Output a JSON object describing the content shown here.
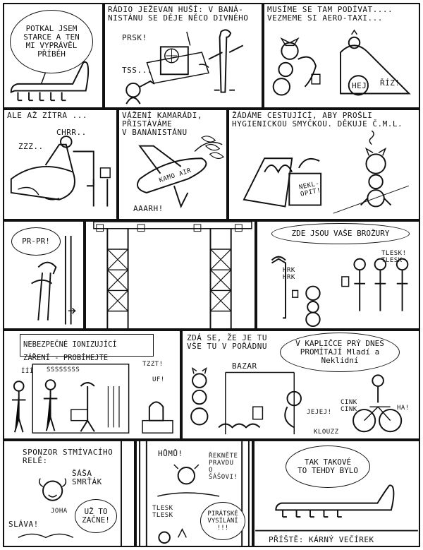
{
  "panels": [
    {
      "id": "p1",
      "bubble": "POTKAL JSEM\nSTARCE A TEN\nMI VYPRÁVĚL\nPŘÍBĚH"
    },
    {
      "id": "p2",
      "caption": "RÁDIO JEŽEVAN HUŠÍ: V BANÁ-\nNISTÁNU SE DĚJE NĚCO DIVNÉHO",
      "sfx1": "PRSK!",
      "sfx2": "TSS..."
    },
    {
      "id": "p3",
      "caption": "MUSÍME SE TAM PODÍVAT....\nVEZMEME SI AERO-TAXI...",
      "sfx1": "HEJ",
      "sfx2": "ŘÍZ!"
    },
    {
      "id": "p4",
      "caption": "ALE AŽ ZÍTRA ...",
      "sfx1": "ZZZ..",
      "sfx2": "CHRR.."
    },
    {
      "id": "p5",
      "caption": "VÁŽENÍ KAMARÁDI,\nPŘISTÁVÁME\nV BANÁNISTÁNU",
      "plane_label": "KAMO AIR",
      "sfx1": "AAARH!"
    },
    {
      "id": "p6",
      "caption": "ŽÁDÁME CESTUJÍCÍ, ABY PROŠLI\nHYGIENICKOU SMYČKOU. DĚKUJE Č.M.L.",
      "sign": "NEKL-\nOPIT!"
    },
    {
      "id": "p7",
      "bubble": "PR-PR!"
    },
    {
      "id": "p8"
    },
    {
      "id": "p9",
      "bubble": "ZDE JSOU VAŠE BROŽURY",
      "sfx1": "TLESK!\nTLESK",
      "sfx2": "HRK\nHRK"
    },
    {
      "id": "p10",
      "caption": "NEBEZPEČNÉ IONIZUJÍCÍ\nZÁŘENÍ - PROBÍHEJTE",
      "sfx1": "ÍÍÍ",
      "sfx2": "SSSSSSSS",
      "sfx3": "TZZT!",
      "sfx4": "UF!"
    },
    {
      "id": "p11",
      "caption": "ZDÁ SE, ŽE JE TU\nVŠE TU V POŘÁDNU",
      "bubble": "V KAPLIČCE PRÝ DNES\nPROMÍTAJÍ Mladí a\nNeklidní",
      "sign": "BAZAR",
      "sfx1": "CINK\nCINK",
      "sfx2": "JEJEJ!",
      "sfx3": "HA!",
      "sfx4": "KLOUZZ"
    },
    {
      "id": "p12",
      "caption": "SPONZOR STMÍVACÍHO\nRELÉ:",
      "name": "ŠÁŠA\nSMRŤÁK",
      "sfx1": "JOHA",
      "sfx2": "SLÁVA!",
      "bubble": "UŽ TO\nZAČNE!"
    },
    {
      "id": "p13",
      "caption": "HŮMŮ!",
      "caption2": "ŘEKNĚTE\nPRAVDU\nO\nŠÁŠOVI!",
      "sfx1": "TLESK\nTLESK",
      "bubble": "PIRÁTSKÉ\nVYSÍLÁNÍ\n!!!"
    },
    {
      "id": "p14",
      "bubble": "TAK TAKOVÉ\nTO TEHDY BYLO",
      "footer": "PŘÍŠTĚ: KÁRNÝ VEČÍREK"
    }
  ]
}
